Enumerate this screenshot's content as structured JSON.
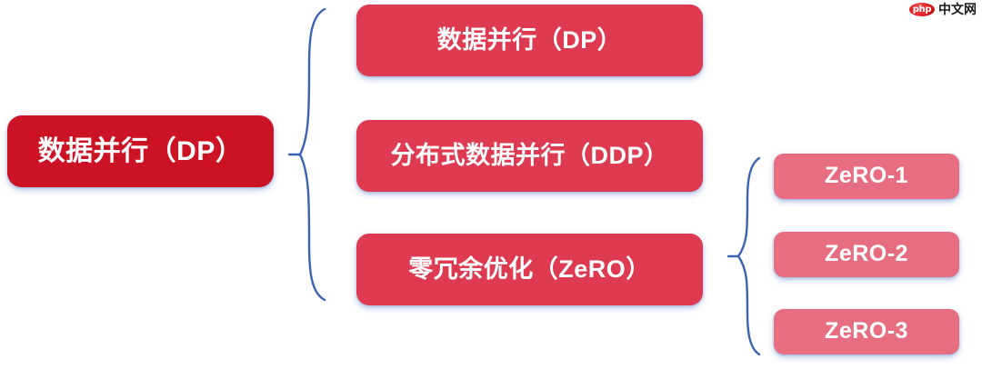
{
  "diagram": {
    "type": "tree",
    "orientation": "left-to-right",
    "root": {
      "label": "数据并行（DP）",
      "color": "#CC1325"
    },
    "branch_nodes": [
      {
        "label": "数据并行（DP）",
        "color": "#DE3A52"
      },
      {
        "label": "分布式数据并行（DDP）",
        "color": "#DE3A52"
      },
      {
        "label": "零冗余优化（ZeRO）",
        "color": "#DE3A52"
      }
    ],
    "leaf_nodes": [
      {
        "label": "ZeRO-1",
        "color": "#E76E80"
      },
      {
        "label": "ZeRO-2",
        "color": "#E76E80"
      },
      {
        "label": "ZeRO-3",
        "color": "#E76E80"
      }
    ],
    "connectors": [
      {
        "name": "brace-root-to-branches",
        "shape": "curly-brace",
        "color": "#3B63B5"
      },
      {
        "name": "brace-zero-to-leaves",
        "shape": "curly-brace",
        "color": "#3B63B5"
      }
    ]
  },
  "watermark": {
    "badge": "php",
    "text": "中文网"
  }
}
